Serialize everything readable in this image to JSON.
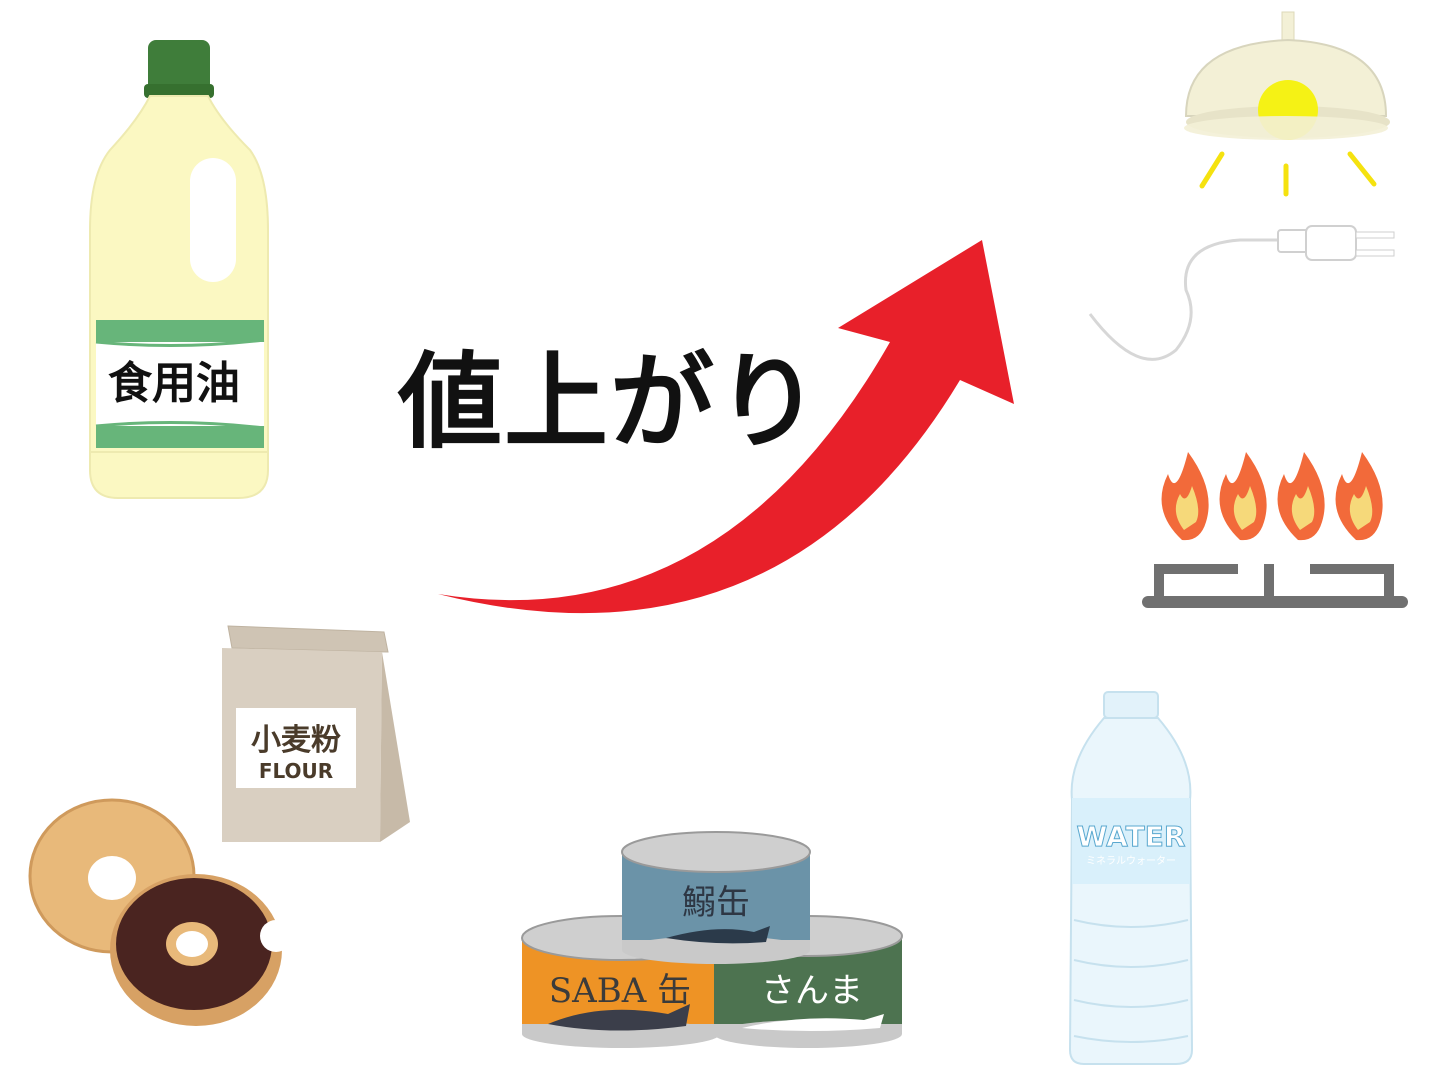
{
  "headline": "値上がり",
  "oil_label": "食用油",
  "flour_label_jp": "小麦粉",
  "flour_label_en": "FLOUR",
  "can_top_label": "鰯缶",
  "can_left_label": "SABA 缶",
  "can_right_label": "さんま",
  "water_label": "WATER",
  "water_sublabel": "ミネラルウォーター",
  "colors": {
    "arrow": "#e8202a",
    "oil_bottle": "#fbf8c2",
    "oil_cap": "#3f7d3a",
    "flour_bag": "#d9cfc1",
    "can_blue": "#6b93a8",
    "can_orange": "#ee9325",
    "can_green": "#4d7350",
    "flame_orange": "#f26a3a",
    "flame_yellow": "#f6d97a",
    "burner": "#707070",
    "bulb": "#f5f215",
    "lamp_shade": "#f3f0d6",
    "water_blue": "#d9f0fb"
  },
  "icons": [
    "oil-bottle-icon",
    "flour-bag-icon",
    "donut-icon",
    "canned-fish-icon",
    "water-bottle-icon",
    "gas-flame-icon",
    "plug-icon",
    "ceiling-lamp-icon",
    "up-arrow-icon"
  ]
}
